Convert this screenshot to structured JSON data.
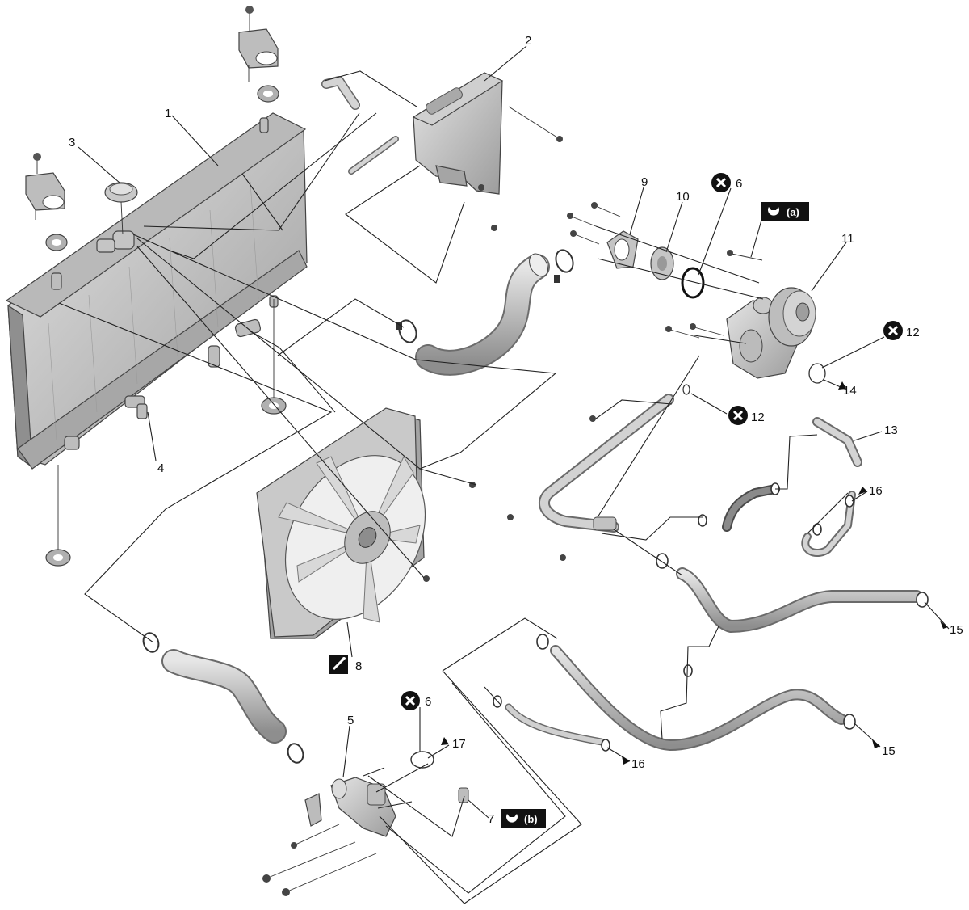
{
  "callouts": [
    {
      "id": "c1",
      "text": "1"
    },
    {
      "id": "c2",
      "text": "2"
    },
    {
      "id": "c3",
      "text": "3"
    },
    {
      "id": "c4",
      "text": "4"
    },
    {
      "id": "c5",
      "text": "5"
    },
    {
      "id": "c6a",
      "text": "6"
    },
    {
      "id": "c6b",
      "text": "6"
    },
    {
      "id": "c7",
      "text": "7"
    },
    {
      "id": "c8",
      "text": "8"
    },
    {
      "id": "c9",
      "text": "9"
    },
    {
      "id": "c10",
      "text": "10"
    },
    {
      "id": "c11",
      "text": "11"
    },
    {
      "id": "c12a",
      "text": "12"
    },
    {
      "id": "c12b",
      "text": "12"
    },
    {
      "id": "c13",
      "text": "13"
    },
    {
      "id": "c14",
      "text": "14"
    },
    {
      "id": "c15a",
      "text": "15"
    },
    {
      "id": "c15b",
      "text": "15"
    },
    {
      "id": "c16a",
      "text": "16"
    },
    {
      "id": "c16b",
      "text": "16"
    },
    {
      "id": "c17",
      "text": "17"
    }
  ],
  "torque_badges": {
    "a": "(a)",
    "b": "(b)"
  },
  "icons": {
    "do_not_reuse": "x-circle-icon",
    "torque": "wrench-torque-icon",
    "note": "note-icon"
  },
  "colors": {
    "part_fill": "#cfcfcf",
    "part_shade": "#9a9a9a",
    "line": "#222222",
    "badge": "#111111"
  }
}
